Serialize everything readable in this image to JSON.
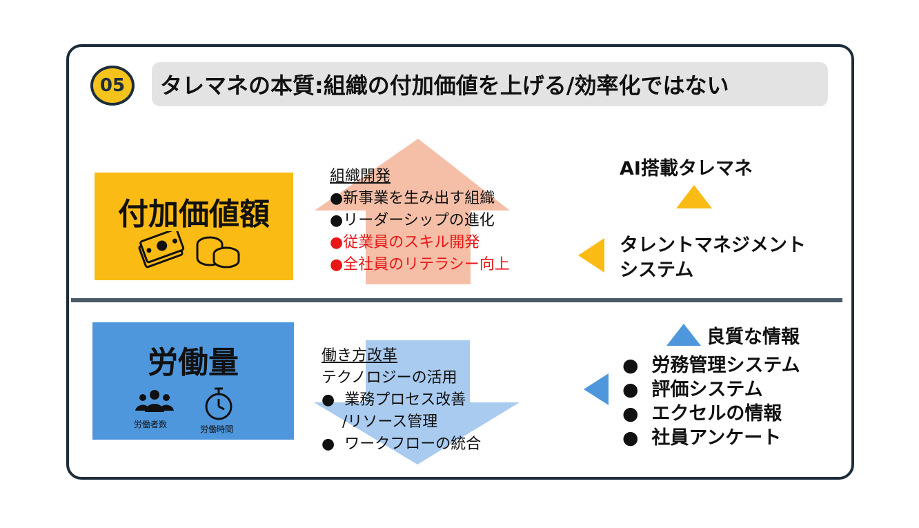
{
  "header": {
    "number": "05",
    "title": "タレマネの本質:組織の付加価値を上げる/効率化ではない"
  },
  "top_section": {
    "box_title": "付加価値額",
    "heading": "組織開発",
    "items": [
      {
        "bullet": "●",
        "text": "新事業を生み出す組織"
      },
      {
        "bullet": "●",
        "text": "リーダーシップの進化"
      },
      {
        "bullet": "●",
        "text": "従業員のスキル開発"
      },
      {
        "bullet": "●",
        "text": "全社員のリテラシー向上"
      }
    ],
    "ai_label": "AI搭載タレマネ",
    "tms_label_line1": "タレントマネジメント",
    "tms_label_line2": "システム"
  },
  "bottom_section": {
    "box_title": "労働量",
    "caption_workers": "労働者数",
    "caption_hours": "労働時間",
    "heading": "働き方改革",
    "subheading": "テクノロジーの活用",
    "items": [
      {
        "bullet": "●",
        "text": "業務プロセス改善"
      },
      {
        "bullet": "",
        "text": "/リソース管理"
      },
      {
        "bullet": "●",
        "text": "ワークフローの統合"
      }
    ],
    "quality_label": "良質な情報",
    "sources": [
      {
        "bullet": "●",
        "text": "労務管理システム"
      },
      {
        "bullet": "●",
        "text": "評価システム"
      },
      {
        "bullet": "●",
        "text": "エクセルの情報"
      },
      {
        "bullet": "●",
        "text": "社員アンケート"
      }
    ]
  },
  "colors": {
    "yellow": "#fbbb15",
    "blue": "#4f97dd",
    "up_arrow": "#f5bfa7",
    "down_arrow": "#a9cbef",
    "frame": "#1d2d3a",
    "red_text": "#e81616"
  },
  "icons": [
    "money-bill-icon",
    "coins-icon",
    "people-group-icon",
    "stopwatch-icon"
  ]
}
